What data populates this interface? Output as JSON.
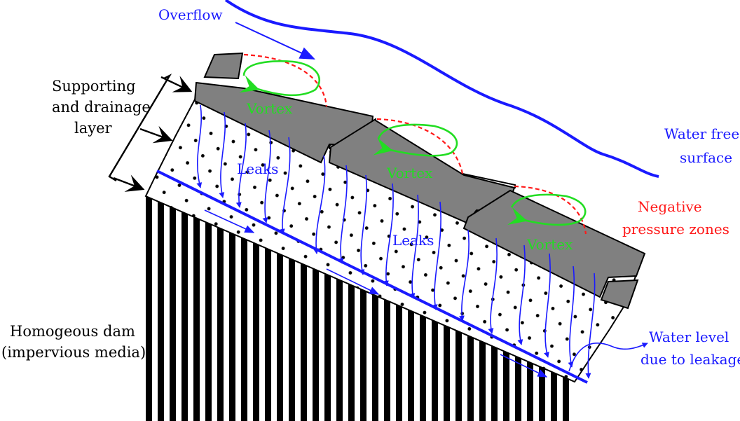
{
  "labels": {
    "overflow": "Overflow",
    "water_free_surface_line1": "Water free",
    "water_free_surface_line2": "surface",
    "supporting_line1": "Supporting",
    "supporting_line2": "and drainage",
    "supporting_line3": "layer",
    "negative_line1": "Negative",
    "negative_line2": "pressure zones",
    "vortex_1": "Vortex",
    "vortex_2": "Vortex",
    "vortex_3": "Vortex",
    "leaks_1": "Leaks",
    "leaks_2": "Leaks",
    "dam_line1": "Homogeous dam",
    "dam_line2": "(impervious media)",
    "water_level_line1": "Water level",
    "water_level_line2": "due to leakage"
  },
  "colors": {
    "flow_blue": "#1a1aff",
    "vortex_green": "#22dd22",
    "negative_red": "#ff1a1a",
    "step_gray": "#808080",
    "outline_black": "#000000"
  }
}
